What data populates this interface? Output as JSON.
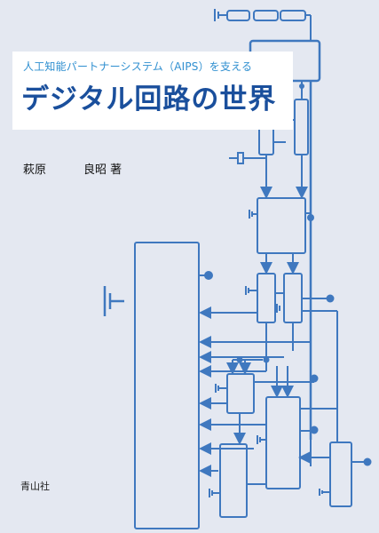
{
  "cover": {
    "subtitle": "人工知能パートナーシステム（AIPS）を支える",
    "title": "デジタル回路の世界",
    "authors": [
      "萩原",
      "良昭 著"
    ],
    "publisher": "青山社"
  },
  "colors": {
    "background": "#e4e8f1",
    "circuit": "#3f78bf",
    "title": "#1a4f9c",
    "subtitle": "#2f8fd0"
  }
}
